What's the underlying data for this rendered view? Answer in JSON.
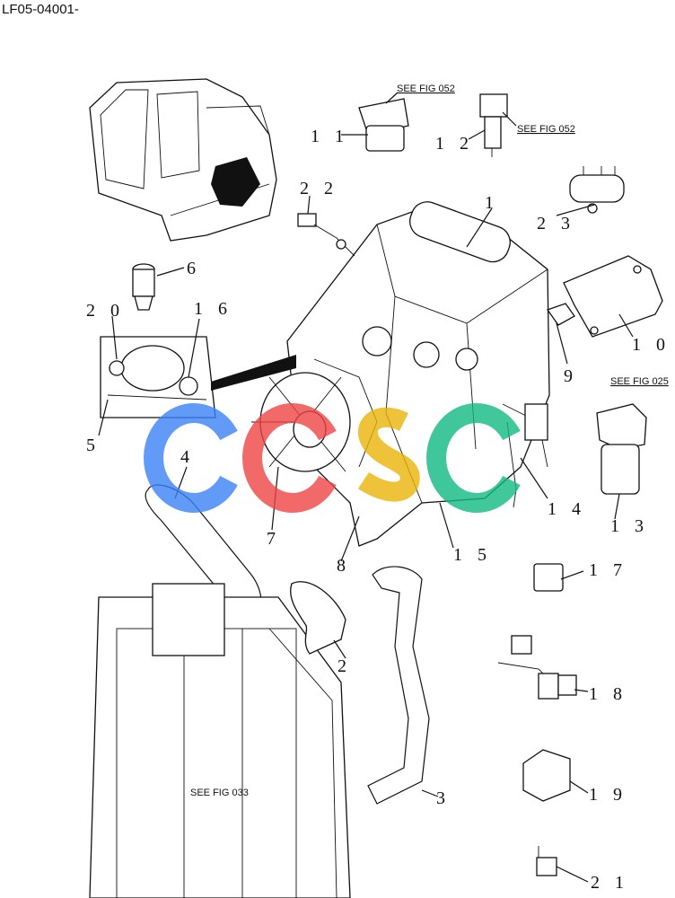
{
  "header": {
    "doc_code": "LF05-04001-"
  },
  "references": {
    "fig052_a": "SEE FIG 052",
    "fig052_b": "SEE FIG 052",
    "fig025": "SEE FIG 025",
    "fig033": "SEE FIG 033"
  },
  "callouts": {
    "c1": "1",
    "c2": "2",
    "c3": "3",
    "c4": "4",
    "c5": "5",
    "c6": "6",
    "c7": "7",
    "c8": "8",
    "c9": "9",
    "c10": "1 0",
    "c11": "1 1",
    "c12": "1 2",
    "c13": "1 3",
    "c14": "1 4",
    "c15": "1 5",
    "c16": "1 6",
    "c17": "1 7",
    "c18": "1 8",
    "c19": "1 9",
    "c20": "2 0",
    "c21": "2 1",
    "c22": "2 2",
    "c23": "2 3"
  },
  "watermark": {
    "colors": [
      "#3b82f6",
      "#ef4444",
      "#eab308",
      "#10b981"
    ]
  }
}
